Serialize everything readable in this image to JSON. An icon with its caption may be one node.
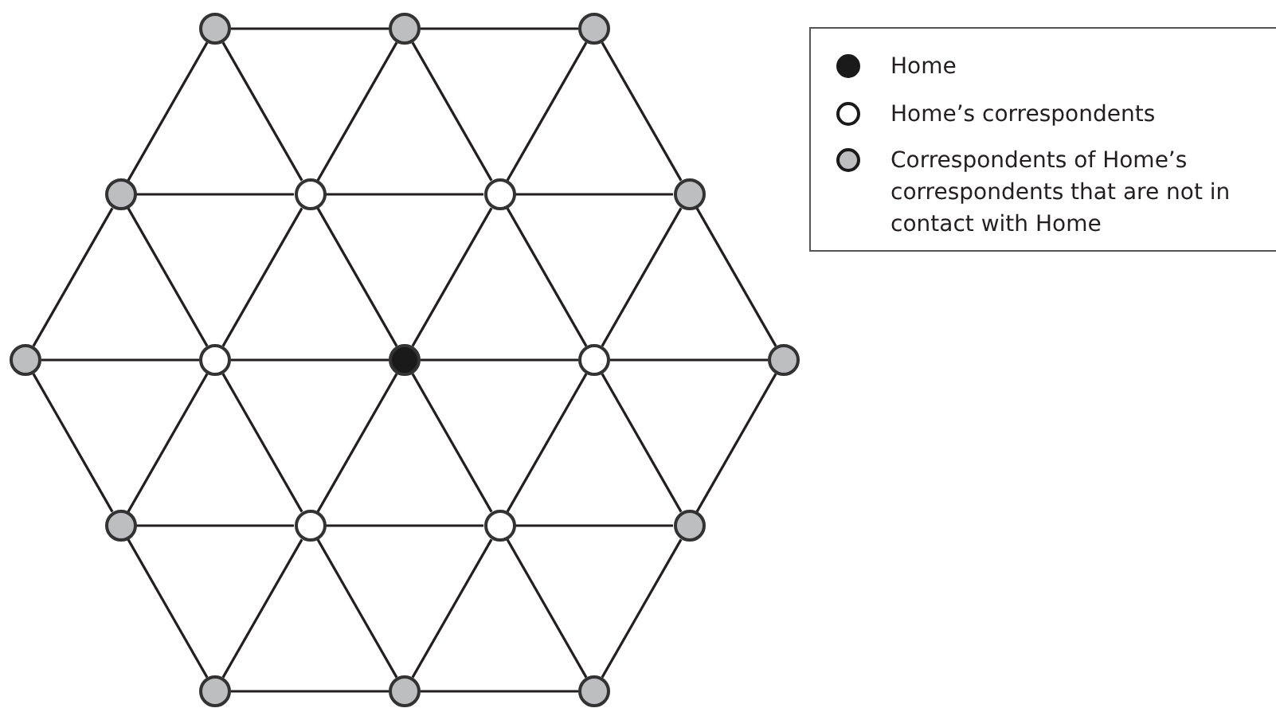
{
  "diagram": {
    "nodes": [
      {
        "text": [],
        "shape": "circle"
      },
      {
        "text": [],
        "shape": "circle"
      },
      {
        "text": [],
        "shape": "circle"
      },
      {
        "text": [],
        "shape": "circle"
      },
      {
        "text": [],
        "shape": "circle"
      },
      {
        "text": [],
        "shape": "circle"
      },
      {
        "text": [],
        "shape": "circle"
      },
      {
        "text": [],
        "shape": "circle"
      },
      {
        "text": [],
        "shape": "circle"
      },
      {
        "text": [],
        "shape": "circle"
      },
      {
        "text": [],
        "shape": "circle"
      },
      {
        "text": [],
        "shape": "circle"
      },
      {
        "text": [],
        "shape": "circle"
      },
      {
        "text": [],
        "shape": "circle"
      },
      {
        "text": [],
        "shape": "circle"
      },
      {
        "text": [],
        "shape": "circle"
      },
      {
        "text": [],
        "shape": "circle"
      },
      {
        "text": [],
        "shape": "circle"
      },
      {
        "text": [],
        "shape": "circle"
      }
    ],
    "edges": [
      {
        "from": 0,
        "to": 1,
        "arrow": "none"
      },
      {
        "from": 1,
        "to": 2,
        "arrow": "none"
      },
      {
        "from": 3,
        "to": 4,
        "arrow": "none"
      },
      {
        "from": 4,
        "to": 5,
        "arrow": "none"
      },
      {
        "from": 5,
        "to": 6,
        "arrow": "none"
      },
      {
        "from": 7,
        "to": 8,
        "arrow": "none"
      },
      {
        "from": 8,
        "to": 9,
        "arrow": "none"
      },
      {
        "from": 9,
        "to": 10,
        "arrow": "none"
      },
      {
        "from": 10,
        "to": 11,
        "arrow": "none"
      },
      {
        "from": 12,
        "to": 13,
        "arrow": "none"
      },
      {
        "from": 13,
        "to": 14,
        "arrow": "none"
      },
      {
        "from": 14,
        "to": 15,
        "arrow": "none"
      },
      {
        "from": 16,
        "to": 17,
        "arrow": "none"
      },
      {
        "from": 17,
        "to": 18,
        "arrow": "none"
      },
      {
        "from": 0,
        "to": 3,
        "arrow": "none"
      },
      {
        "from": 0,
        "to": 4,
        "arrow": "none"
      },
      {
        "from": 1,
        "to": 4,
        "arrow": "none"
      },
      {
        "from": 1,
        "to": 5,
        "arrow": "none"
      },
      {
        "from": 2,
        "to": 5,
        "arrow": "none"
      },
      {
        "from": 2,
        "to": 6,
        "arrow": "none"
      },
      {
        "from": 3,
        "to": 7,
        "arrow": "none"
      },
      {
        "from": 3,
        "to": 8,
        "arrow": "none"
      },
      {
        "from": 4,
        "to": 8,
        "arrow": "none"
      },
      {
        "from": 4,
        "to": 9,
        "arrow": "none"
      },
      {
        "from": 5,
        "to": 9,
        "arrow": "none"
      },
      {
        "from": 5,
        "to": 10,
        "arrow": "none"
      },
      {
        "from": 6,
        "to": 10,
        "arrow": "none"
      },
      {
        "from": 6,
        "to": 11,
        "arrow": "none"
      },
      {
        "from": 7,
        "to": 12,
        "arrow": "none"
      },
      {
        "from": 8,
        "to": 12,
        "arrow": "none"
      },
      {
        "from": 8,
        "to": 13,
        "arrow": "none"
      },
      {
        "from": 9,
        "to": 13,
        "arrow": "none"
      },
      {
        "from": 9,
        "to": 14,
        "arrow": "none"
      },
      {
        "from": 10,
        "to": 14,
        "arrow": "none"
      },
      {
        "from": 10,
        "to": 15,
        "arrow": "none"
      },
      {
        "from": 11,
        "to": 15,
        "arrow": "none"
      },
      {
        "from": 12,
        "to": 16,
        "arrow": "none"
      },
      {
        "from": 13,
        "to": 16,
        "arrow": "none"
      },
      {
        "from": 13,
        "to": 17,
        "arrow": "none"
      },
      {
        "from": 14,
        "to": 17,
        "arrow": "none"
      },
      {
        "from": 14,
        "to": 18,
        "arrow": "none"
      },
      {
        "from": 15,
        "to": 18,
        "arrow": "none"
      }
    ],
    "legend": [
      {
        "text": "Home",
        "color": "#1a1a1a"
      },
      {
        "text": "Home’s correspondents",
        "color": "#ffffff"
      },
      {
        "text": "Correspondents of Home’s correspondents that are not in contact with Home",
        "color": "#bcbec0"
      }
    ]
  }
}
